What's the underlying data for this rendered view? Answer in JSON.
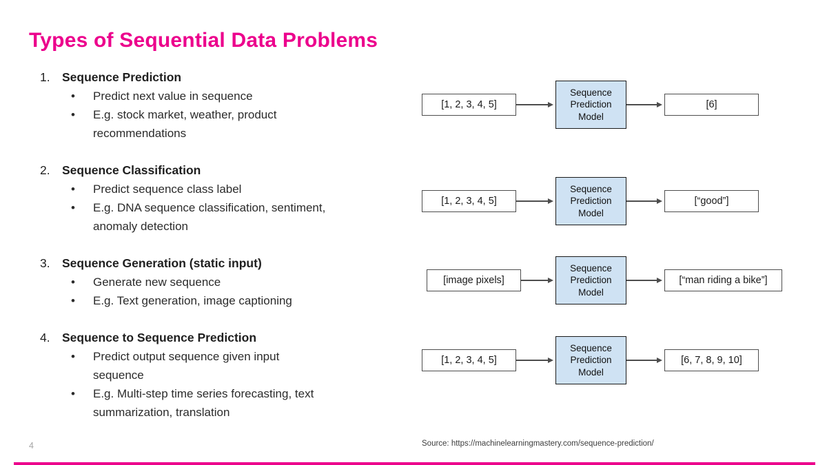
{
  "slide": {
    "title": "Types of Sequential Data Problems",
    "page_number": "4",
    "source": "Source: https://machinelearningmastery.com/sequence-prediction/",
    "accent_color": "#EC008C"
  },
  "list": {
    "items": [
      {
        "number": "1.",
        "heading": "Sequence Prediction",
        "bullets": [
          "Predict next value in sequence",
          "E.g. stock market, weather, product\nrecommendations"
        ]
      },
      {
        "number": "2.",
        "heading": "Sequence Classification",
        "bullets": [
          "Predict sequence class label",
          "E.g. DNA sequence classification, sentiment,\nanomaly detection"
        ]
      },
      {
        "number": "3.",
        "heading": "Sequence Generation (static input)",
        "bullets": [
          "Generate new sequence",
          "E.g. Text generation, image captioning"
        ]
      },
      {
        "number": "4.",
        "heading": "Sequence to Sequence Prediction",
        "bullets": [
          "Predict output sequence given input\nsequence",
          "E.g. Multi-step time series forecasting, text\nsummarization, translation"
        ]
      }
    ]
  },
  "diagrams": {
    "model_label": "Sequence\nPrediction\nModel",
    "model_fill": "#CFE2F3",
    "rows": [
      {
        "input": "[1, 2, 3, 4, 5]",
        "output": "[6]"
      },
      {
        "input": "[1, 2, 3, 4, 5]",
        "output": "[“good”]"
      },
      {
        "input": "[image pixels]",
        "output": "[“man riding a bike”]"
      },
      {
        "input": "[1, 2, 3, 4, 5]",
        "output": "[6, 7, 8, 9, 10]"
      }
    ]
  }
}
